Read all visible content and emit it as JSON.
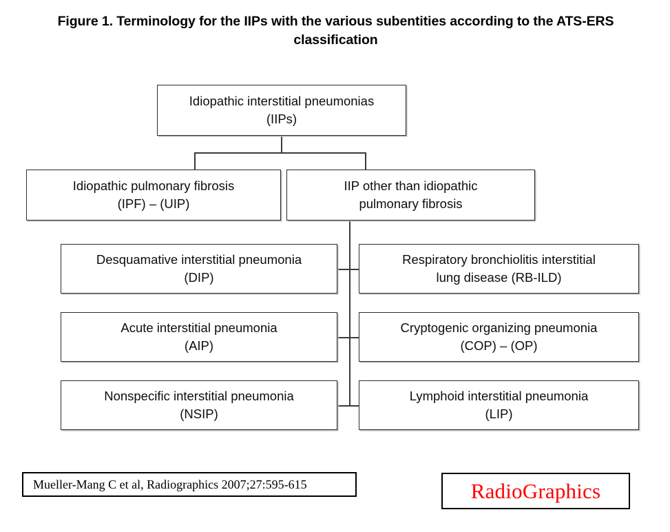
{
  "figure": {
    "title_line1": "Figure 1.  Terminology for the IIPs with the various subentities according to the ATS-ERS",
    "title_line2": "classification"
  },
  "diagram": {
    "type": "flowchart",
    "nodes": {
      "root": {
        "line1": "Idiopathic interstitial pneumonias",
        "line2": "(IIPs)"
      },
      "ipf": {
        "line1": "Idiopathic pulmonary fibrosis",
        "line2": "(IPF) – (UIP)"
      },
      "other": {
        "line1": "IIP other than idiopathic",
        "line2": "pulmonary fibrosis"
      },
      "dip": {
        "line1": "Desquamative interstitial pneumonia",
        "line2": "(DIP)"
      },
      "rbild": {
        "line1": "Respiratory bronchiolitis interstitial",
        "line2": "lung disease (RB-ILD)"
      },
      "aip": {
        "line1": "Acute interstitial pneumonia",
        "line2": "(AIP)"
      },
      "cop": {
        "line1": "Cryptogenic organizing pneumonia",
        "line2": "(COP) – (OP)"
      },
      "nsip": {
        "line1": "Nonspecific interstitial pneumonia",
        "line2": "(NSIP)"
      },
      "lip": {
        "line1": "Lymphoid interstitial pneumonia",
        "line2": "(LIP)"
      }
    }
  },
  "footer": {
    "citation": "Mueller-Mang C et al, Radiographics 2007;27:595-615",
    "logo_text": "RadioGraphics",
    "logo_color": "#FF0000"
  }
}
